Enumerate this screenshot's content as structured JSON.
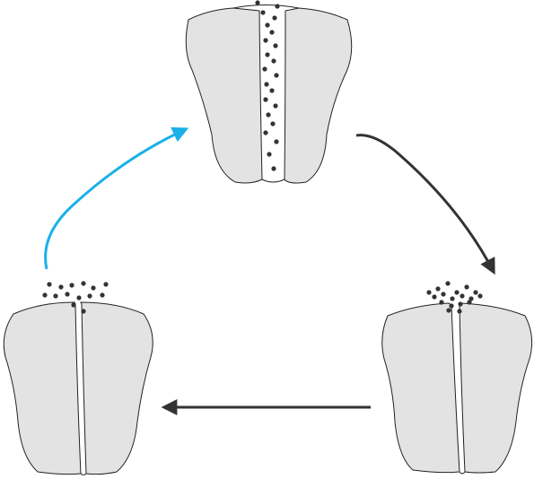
{
  "diagram": {
    "kind": "cycle",
    "stages": [
      {
        "id": "top",
        "state": "particles-between-halves",
        "particle_count": 22
      },
      {
        "id": "right",
        "state": "particles-clustered-above",
        "particle_count": 18
      },
      {
        "id": "left",
        "state": "particles-clustered-above",
        "particle_count": 14
      }
    ],
    "arrows": [
      {
        "from": "top",
        "to": "right",
        "shape": "curved",
        "color": "#333333"
      },
      {
        "from": "right",
        "to": "left",
        "shape": "straight",
        "color": "#333333"
      },
      {
        "from": "left",
        "to": "top",
        "shape": "curved",
        "color": "#1ab0e8"
      }
    ],
    "colors": {
      "lobe_fill": "#e3e3e3",
      "outline": "#222222",
      "particle": "#333333",
      "arrow_dark": "#333333",
      "arrow_blue": "#1ab0e8"
    }
  }
}
